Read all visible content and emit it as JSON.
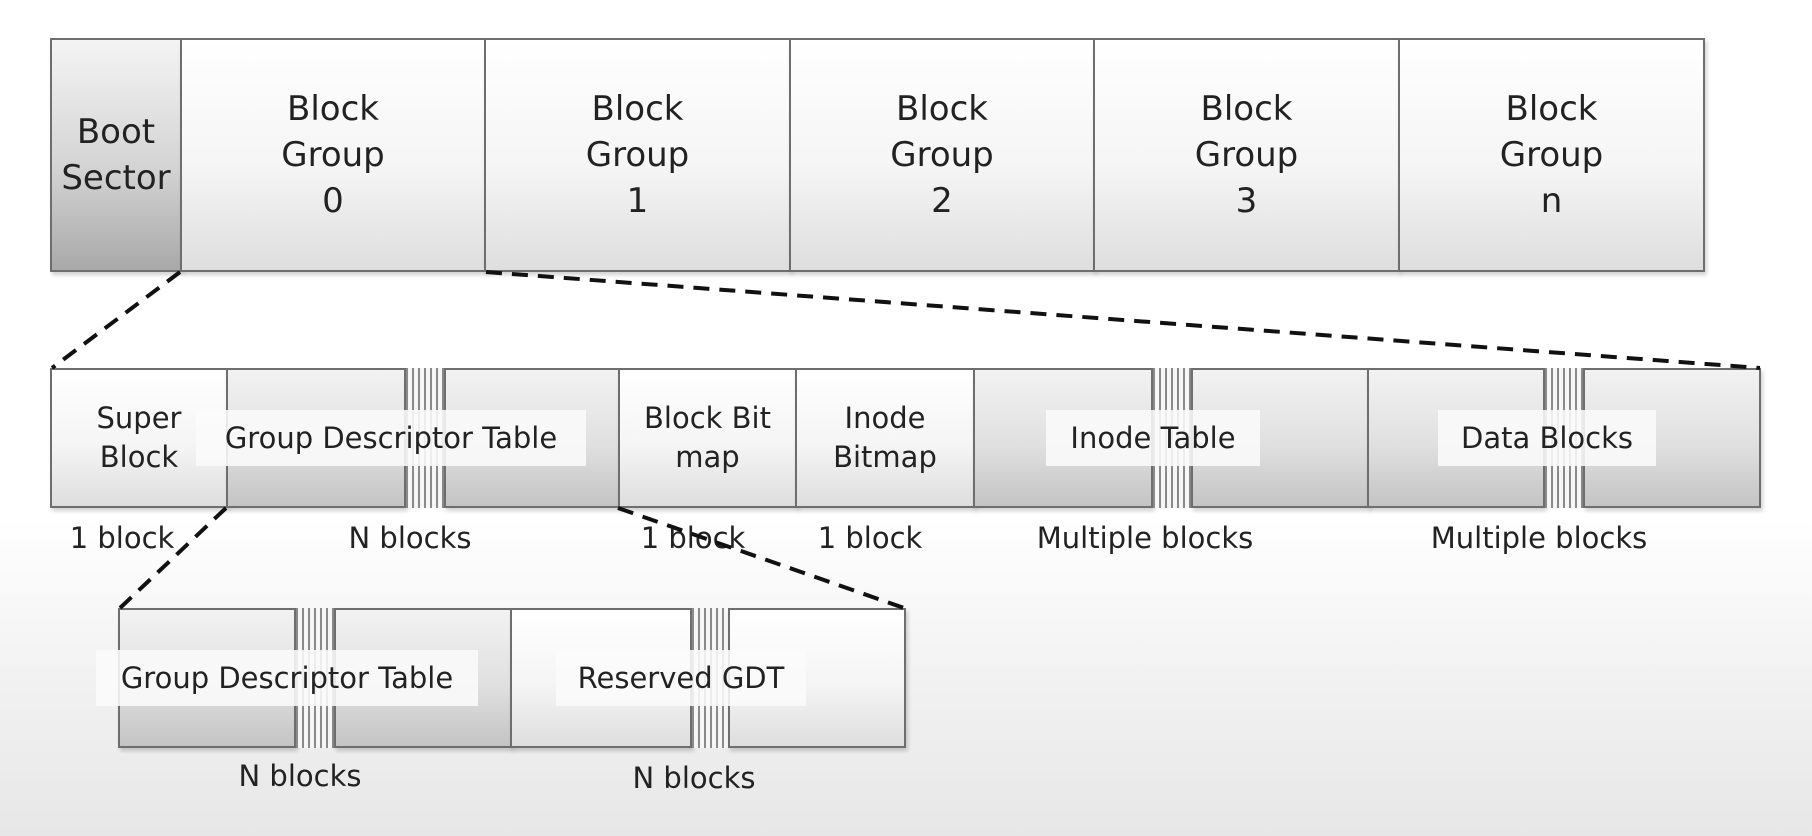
{
  "top_row": {
    "boot_sector": "Boot\nSector",
    "groups": [
      "Block\nGroup\n0",
      "Block\nGroup\n1",
      "Block\nGroup\n2",
      "Block\nGroup\n3",
      "Block\nGroup\nn"
    ]
  },
  "middle_row": {
    "super_block": "Super\nBlock",
    "group_descriptor_table": "Group  Descriptor Table",
    "block_bitmap": "Block Bit\nmap",
    "inode_bitmap": "Inode\nBitmap",
    "inode_table": "Inode  Table",
    "data_blocks": "Data Blocks",
    "size_labels": {
      "super_block": "1 block",
      "group_descriptor_table": "N blocks",
      "block_bitmap": "1 block",
      "inode_bitmap": "1 block",
      "inode_table": "Multiple blocks",
      "data_blocks": "Multiple blocks"
    }
  },
  "bottom_row": {
    "group_descriptor_table": "Group  Descriptor Table",
    "reserved_gdt": "Reserved GDT",
    "size_labels": {
      "group_descriptor_table": "N blocks",
      "reserved_gdt": "N blocks"
    }
  }
}
